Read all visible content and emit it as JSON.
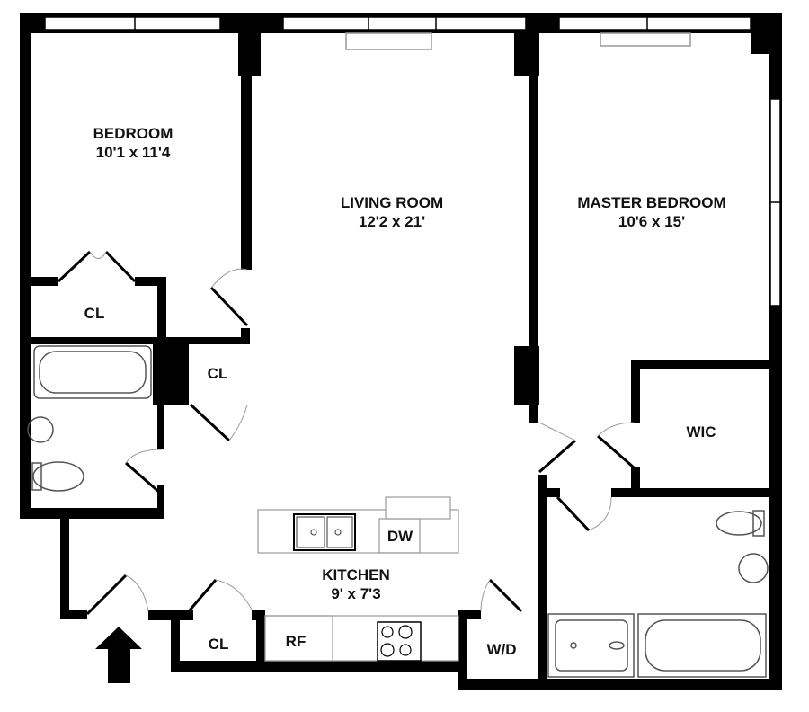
{
  "rooms": {
    "bedroom": {
      "name": "BEDROOM",
      "size": "10'1 x 11'4"
    },
    "living_room": {
      "name": "LIVING ROOM",
      "size": "12'2 x 21'"
    },
    "master_bedroom": {
      "name": "MASTER BEDROOM",
      "size": "10'6 x 15'"
    },
    "kitchen": {
      "name": "KITCHEN",
      "size": "9' x 7'3"
    }
  },
  "labels": {
    "bedroom_closet": "CL",
    "hall_closet": "CL",
    "entry_closet": "CL",
    "walk_in_closet": "WIC",
    "dishwasher": "DW",
    "refrigerator": "RF",
    "washer_dryer": "W/D"
  },
  "colors": {
    "wall": "#000000",
    "fixture": "#999999"
  }
}
